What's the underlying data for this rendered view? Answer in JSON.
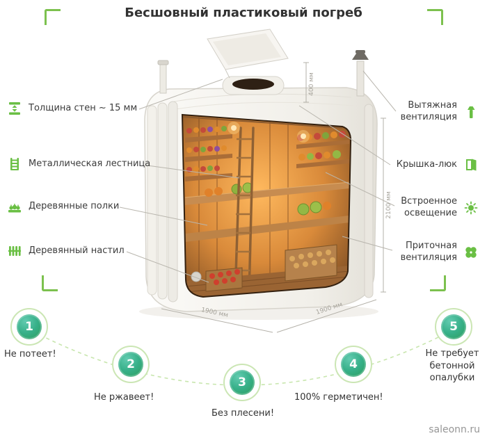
{
  "title": "Бесшовный пластиковый погреб",
  "colors": {
    "accent_green": "#6abf44",
    "circle_teal": "#37b089",
    "dim_gray": "#a6a39b"
  },
  "left_features": [
    {
      "label": "Толщина стен ~ 15 мм",
      "icon": "wall-thickness-icon"
    },
    {
      "label": "Металлическая лестница",
      "icon": "ladder-icon"
    },
    {
      "label": "Деревянные полки",
      "icon": "shelves-icon"
    },
    {
      "label": "Деревянный настил",
      "icon": "flooring-icon"
    }
  ],
  "right_features": [
    {
      "label": "Вытяжная\nвентиляция",
      "icon": "exhaust-vent-icon"
    },
    {
      "label": "Крышка-люк",
      "icon": "hatch-icon"
    },
    {
      "label": "Встроенное\nосвещение",
      "icon": "light-icon"
    },
    {
      "label": "Приточная\nвентиляция",
      "icon": "fan-icon"
    }
  ],
  "dimensions": {
    "top": "400 мм",
    "right": "2100 мм",
    "bottom_left": "1900 мм",
    "bottom_right": "1900 мм"
  },
  "benefits": [
    {
      "number": "1",
      "label": "Не потеет!"
    },
    {
      "number": "2",
      "label": "Не ржавеет!"
    },
    {
      "number": "3",
      "label": "Без плесени!"
    },
    {
      "number": "4",
      "label": "100% герметичен!"
    },
    {
      "number": "5",
      "label": "Не требует\nбетонной\nопалубки"
    }
  ],
  "watermark": "saleonn.ru"
}
